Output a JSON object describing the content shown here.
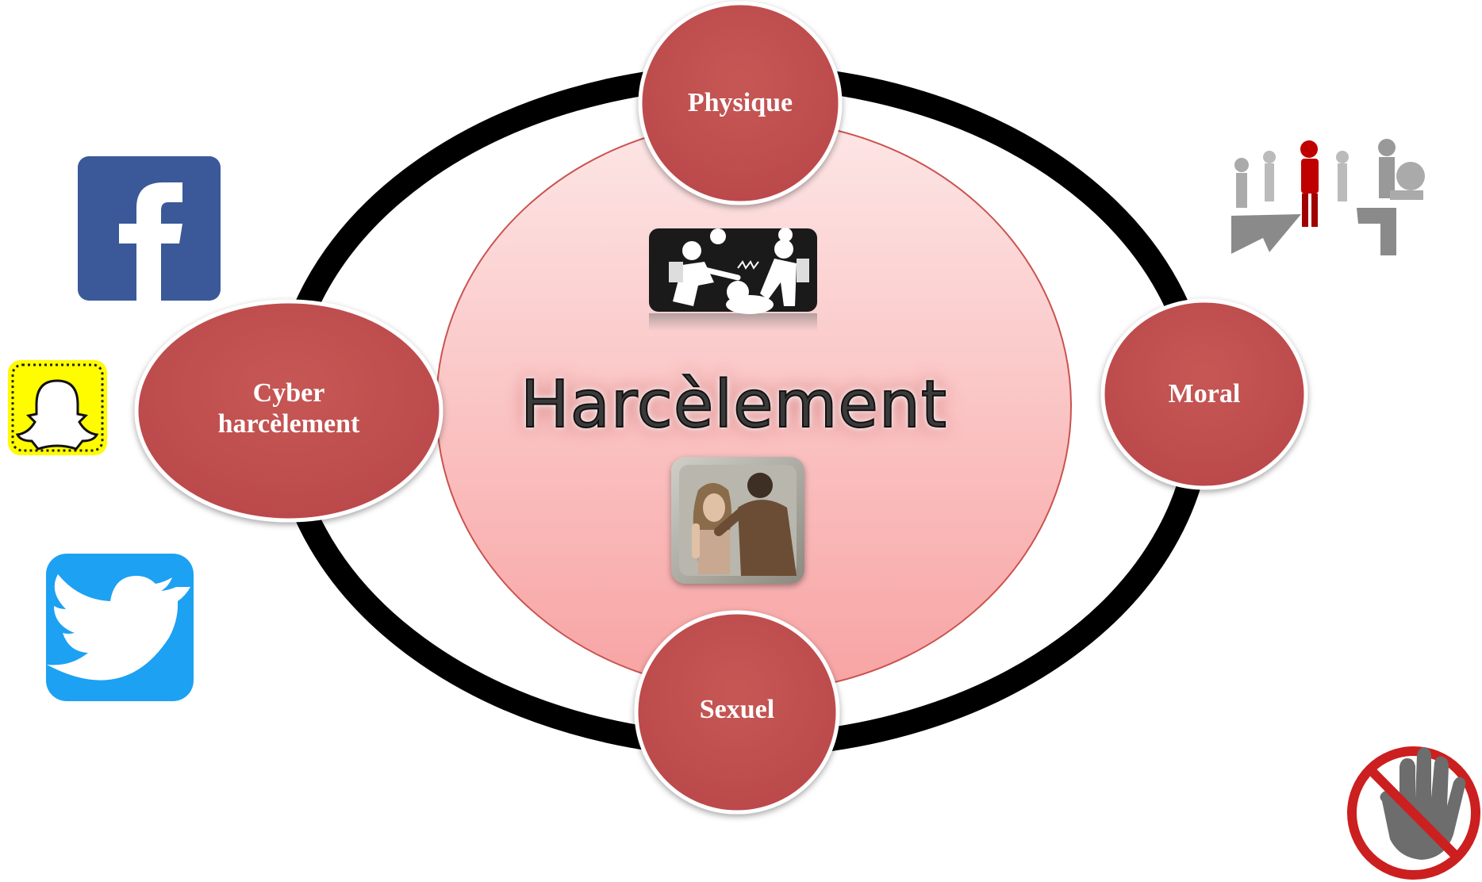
{
  "diagram": {
    "center_title": "Harcèlement",
    "nodes": {
      "physique": "Physique",
      "moral": "Moral",
      "sexuel": "Sexuel",
      "cyber": "Cyber\nharcèlement"
    }
  },
  "colors": {
    "node_fill": "#c0504d",
    "ring": "#000000",
    "center_fill_top": "#fde4e4",
    "center_fill_bottom": "#f7a6a6",
    "facebook": "#3b5998",
    "snapchat": "#fffc00",
    "twitter": "#1da1f2"
  },
  "icons": [
    "facebook-icon",
    "snapchat-icon",
    "twitter-icon",
    "isolated-person-icon",
    "stop-hand-icon",
    "bullying-illustration",
    "harassment-photo"
  ]
}
